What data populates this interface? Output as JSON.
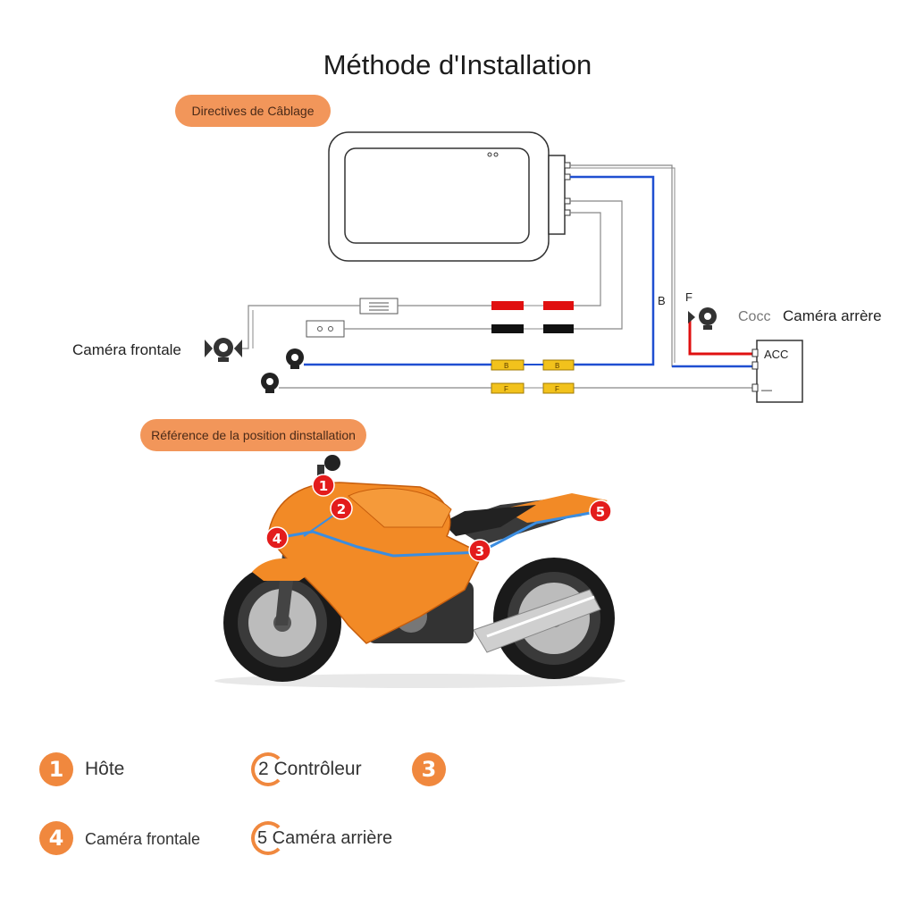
{
  "title": "Méthode d'Installation",
  "sections": {
    "wiring": "Directives de Câblage",
    "position": "Référence de la position dinstallation"
  },
  "diagram": {
    "front_camera_label": "Caméra frontale",
    "rear_camera_label": "Caméra arrère",
    "rear_camera_prefix": "Cocc",
    "acc_label": "ACC",
    "minus_label": "—",
    "wire_b_label": "B",
    "wire_f_label": "F",
    "connector_b": "B",
    "connector_f": "F"
  },
  "markers": [
    "1",
    "2",
    "3",
    "4",
    "5"
  ],
  "legend": [
    {
      "num": "1",
      "label": "Hôte"
    },
    {
      "num": "2",
      "label": "2 Contrôleur"
    },
    {
      "num": "3",
      "label": ""
    },
    {
      "num": "4",
      "label": "Caméra frontale"
    },
    {
      "num": "5",
      "label": "5 Caméra arrière"
    }
  ],
  "colors": {
    "accent": "#f0883e",
    "blue_wire": "#1f4fd1",
    "red_wire": "#e01010",
    "moto_orange": "#f28a26"
  }
}
